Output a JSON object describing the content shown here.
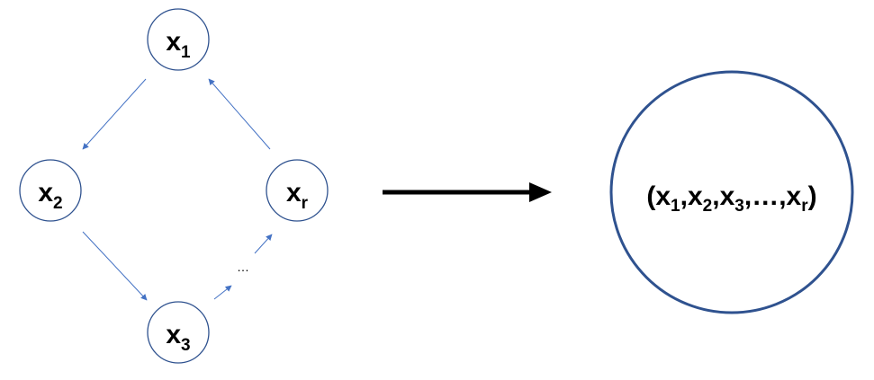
{
  "nodes": [
    {
      "id": "x1",
      "var": "x",
      "sub": "1"
    },
    {
      "id": "x2",
      "var": "x",
      "sub": "2"
    },
    {
      "id": "x3",
      "var": "x",
      "sub": "3"
    },
    {
      "id": "xr",
      "var": "x",
      "sub": "r"
    }
  ],
  "ellipsis": "…",
  "tuple": {
    "open": "(",
    "close": ")",
    "separator": ",",
    "items": [
      {
        "var": "x",
        "sub": "1"
      },
      {
        "var": "x",
        "sub": "2"
      },
      {
        "var": "x",
        "sub": "3"
      },
      {
        "var": "…",
        "sub": ""
      },
      {
        "var": "x",
        "sub": "r"
      }
    ]
  },
  "colors": {
    "node_stroke": "#2f528f",
    "edge": "#4472c4",
    "main_arrow": "#000000"
  }
}
